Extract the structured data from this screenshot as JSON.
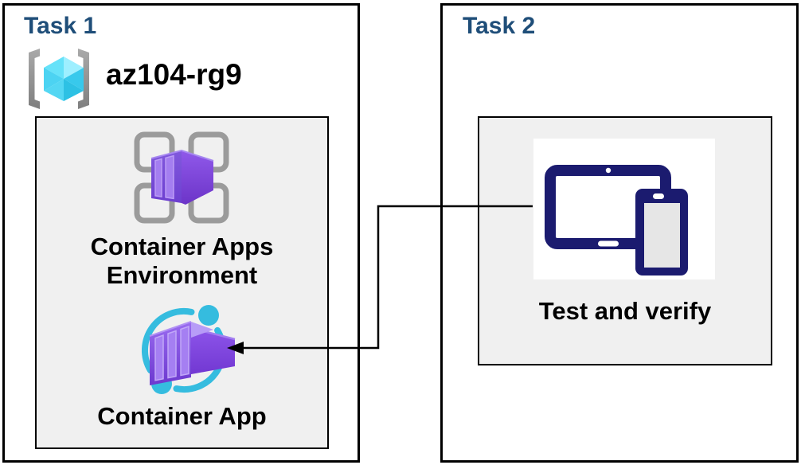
{
  "task1": {
    "title": "Task 1",
    "resource_group": "az104-rg9",
    "environment_label": "Container Apps Environment",
    "container_app_label": "Container App"
  },
  "task2": {
    "title": "Task 2",
    "verify_label": "Test and verify"
  },
  "connector": {
    "from": "Test and verify",
    "to": "Container App",
    "style": "right-angle elbow, arrowhead pointing left into Container App icon"
  },
  "colors": {
    "task_title_blue": "#1f4e79",
    "box_border": "#000000",
    "panel_gray": "#f0f0f0",
    "connector_black": "#000000",
    "device_navy": "#1b1b6f",
    "app_ring_cyan": "#35bcdf",
    "cube_cyan": "#50d8f2",
    "container_purple": "#7e4fd8",
    "bracket_gray": "#8a8a8a",
    "frame_gray": "#9b9b9b"
  },
  "icons": {
    "resource_group": "resource-group-icon",
    "environment": "container-apps-environment-icon",
    "container_app": "container-app-icon",
    "devices": "devices-icon"
  }
}
